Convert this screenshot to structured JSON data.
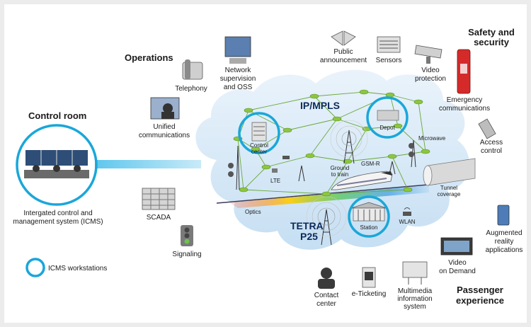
{
  "sections": {
    "operations": "Operations",
    "safety": [
      "Safety and",
      "security"
    ],
    "control_room": "Control room",
    "passenger": [
      "Passenger",
      "experience"
    ]
  },
  "cloud": {
    "ip_mpls": "IP/MPLS",
    "tetra": [
      "TETRA",
      "P25"
    ]
  },
  "devices": {
    "telephony": "Telephony",
    "network_supervision": [
      "Network",
      "supervision",
      "and OSS"
    ],
    "unified_communications": [
      "Unified",
      "communications"
    ],
    "public_announcement": [
      "Public",
      "announcement"
    ],
    "sensors": "Sensors",
    "video_protection": [
      "Video",
      "protection"
    ],
    "emergency_communications": [
      "Emergency",
      "communications"
    ],
    "access_control": [
      "Access",
      "control"
    ],
    "icms": [
      "Intergated control and",
      "management system (ICMS)"
    ],
    "scada": "SCADA",
    "signaling": "Signaling",
    "legend": "ICMS workstations",
    "augmented_reality": [
      "Augmented",
      "reality",
      "applications"
    ],
    "video_on_demand": [
      "Video",
      "on Demand"
    ],
    "contact_center": [
      "Contact",
      "center"
    ],
    "e_ticketing": "e-Ticketing",
    "multimedia": [
      "Multimedia",
      "information",
      "system"
    ]
  },
  "network": {
    "control_center": [
      "Control",
      "center"
    ],
    "depot": "Depot",
    "microwave": "Microwave",
    "gsmr": "GSM-R",
    "ground_to_train": [
      "Ground",
      "to train"
    ],
    "lte": "LTE",
    "tunnel": [
      "Tunnel",
      "coverage"
    ],
    "optics": "Optics",
    "station": "Station",
    "wlan": "WLAN"
  },
  "colors": {
    "ring": "#1aa7d9",
    "node": "#8cc63f",
    "cloud": "#d6e8f7",
    "title": "#0b2a5a"
  },
  "icons": [
    "telephone-icon",
    "monitor-icon",
    "video-conference-icon",
    "speaker-icon",
    "sensor-icon",
    "cctv-camera-icon",
    "emergency-phone-icon",
    "card-reader-icon",
    "control-room-icon",
    "scada-icon",
    "traffic-light-icon",
    "tablet-icon",
    "tv-icon",
    "headset-agent-icon",
    "qr-code-icon",
    "billboard-icon",
    "server-icon",
    "antenna-tower-icon",
    "train-icon",
    "tunnel-icon",
    "station-icon",
    "router-icon"
  ]
}
